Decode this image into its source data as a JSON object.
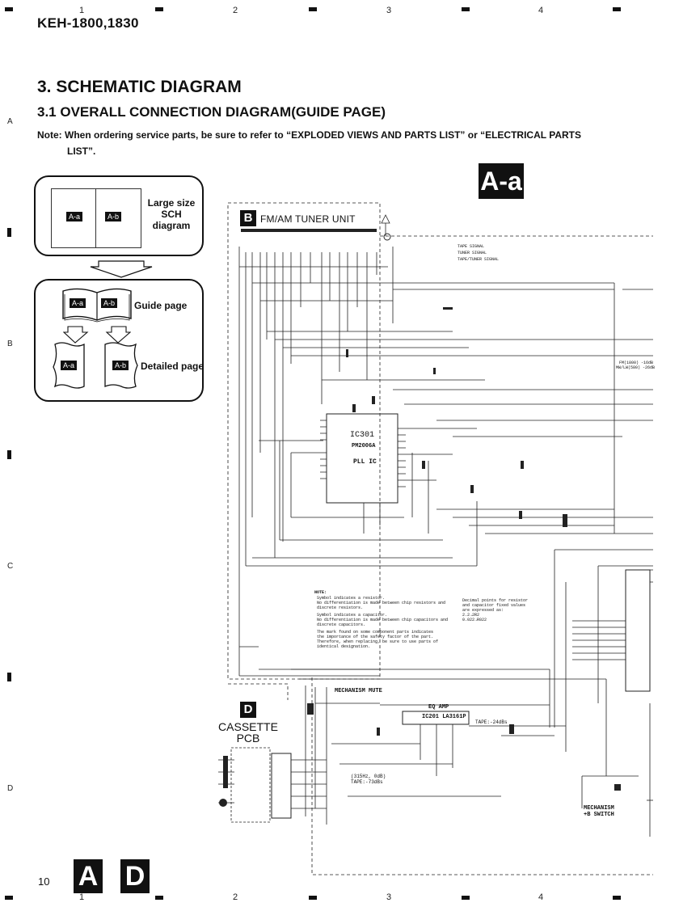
{
  "header": {
    "model": "KEH-1800,1830",
    "section_title": "3. SCHEMATIC DIAGRAM",
    "subsection_title": "3.1 OVERALL CONNECTION DIAGRAM(GUIDE PAGE)",
    "note_line1": "Note: When ordering service parts, be sure to refer to “EXPLODED VIEWS AND PARTS LIST” or “ELECTRICAL PARTS",
    "note_line2": "LIST”."
  },
  "ruler": {
    "columns": [
      "1",
      "2",
      "3",
      "4"
    ],
    "rows": [
      "A",
      "B",
      "C",
      "D"
    ]
  },
  "guide": {
    "large_label_line1": "Large size",
    "large_label_line2": "SCH diagram",
    "guide_label": "Guide page",
    "detailed_label": "Detailed page",
    "tag_left": "A-a",
    "tag_right": "A-b"
  },
  "sheet_badge": "A-a",
  "tuner": {
    "badge": "B",
    "title": "FM/AM TUNER UNIT",
    "ic_ref": "IC301",
    "ic_part": "PM2006A",
    "ic_func": "PLL IC"
  },
  "signals": {
    "tape": "TAPE SIGNAL",
    "tuner": "TUNER SIGNAL",
    "tape_tuner": "TAPE/TUNER SIGNAL"
  },
  "cassette": {
    "badge": "D",
    "line1": "CASSETTE",
    "line2": "PCB"
  },
  "labels": {
    "mechanism_mute": "MECHANISM MUTE",
    "eq_amp": "EQ AMP",
    "ic201": "IC201  LA3161P",
    "tape_level": "TAPE:-24dBs",
    "freq_note_1": "(315Hz, 0dB)",
    "freq_note_2": "TAPE:-73dBs",
    "mech_switch_1": "MECHANISM",
    "mech_switch_2": "+B SWITCH",
    "fm_label": "FM(1800) -16dB",
    "mw_label": "MW/LW(580) -26dB"
  },
  "notes_block": {
    "title": "NOTE:",
    "lines": [
      "Symbol indicates a resistor.",
      "No differentiation is made between chip resistors and",
      "discrete resistors.",
      "Symbol indicates a capacitor.",
      "No differentiation is made between chip capacitors and",
      "discrete capacitors.",
      "The mark found on some component parts indicates",
      "the importance of the safety factor of the part.",
      "Therefore, when replacing, be sure to use parts of",
      "identical designation."
    ],
    "right_lines": [
      "Decimal points for resistor",
      "and capacitor fixed values",
      "are expressed as:",
      "2.2→2R2",
      "0.022→R022"
    ]
  },
  "footer": {
    "page_number": "10",
    "badge_a": "A",
    "badge_d": "D"
  }
}
